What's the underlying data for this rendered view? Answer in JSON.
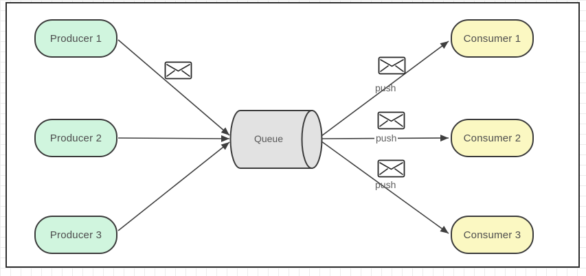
{
  "diagram": {
    "colors": {
      "producer_fill": "#d0f5de",
      "consumer_fill": "#fbf8c2",
      "queue_fill": "#e2e2e2",
      "node_border": "#3a3a3a",
      "edge_color": "#3f3f3f",
      "node_text": "#4d4d4d",
      "edge_label_text": "#5e5e5e",
      "canvas_border": "#2d2d2d",
      "grid_line": "#ececec"
    },
    "producers": [
      {
        "label": "Producer 1"
      },
      {
        "label": "Producer 2"
      },
      {
        "label": "Producer 3"
      }
    ],
    "queue": {
      "label": "Queue"
    },
    "consumers": [
      {
        "label": "Consumer 1"
      },
      {
        "label": "Consumer 2"
      },
      {
        "label": "Consumer 3"
      }
    ],
    "push_labels": [
      "push",
      "push",
      "push"
    ],
    "icons": {
      "message": "envelope"
    }
  }
}
